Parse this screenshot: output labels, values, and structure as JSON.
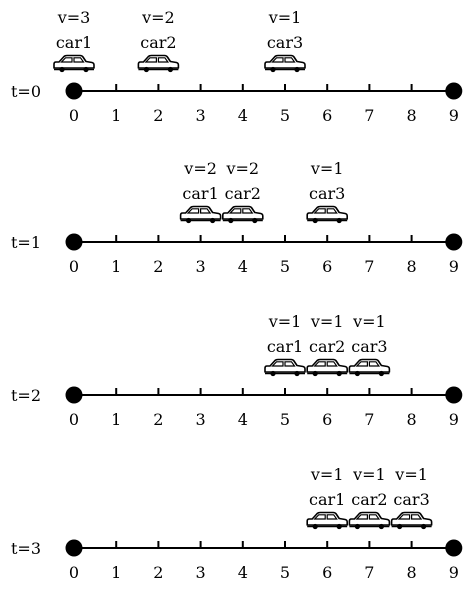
{
  "diagram": {
    "positions": [
      "0",
      "1",
      "2",
      "3",
      "4",
      "5",
      "6",
      "7",
      "8",
      "9"
    ],
    "timesteps": [
      {
        "label": "t=0",
        "cars": [
          {
            "name": "car1",
            "velocity": "v=3",
            "position": 0
          },
          {
            "name": "car2",
            "velocity": "v=2",
            "position": 2
          },
          {
            "name": "car3",
            "velocity": "v=1",
            "position": 5
          }
        ]
      },
      {
        "label": "t=1",
        "cars": [
          {
            "name": "car1",
            "velocity": "v=2",
            "position": 3
          },
          {
            "name": "car2",
            "velocity": "v=2",
            "position": 4
          },
          {
            "name": "car3",
            "velocity": "v=1",
            "position": 6
          }
        ]
      },
      {
        "label": "t=2",
        "cars": [
          {
            "name": "car1",
            "velocity": "v=1",
            "position": 5
          },
          {
            "name": "car2",
            "velocity": "v=1",
            "position": 6
          },
          {
            "name": "car3",
            "velocity": "v=1",
            "position": 7
          }
        ]
      },
      {
        "label": "t=3",
        "cars": [
          {
            "name": "car1",
            "velocity": "v=1",
            "position": 6
          },
          {
            "name": "car2",
            "velocity": "v=1",
            "position": 7
          },
          {
            "name": "car3",
            "velocity": "v=1",
            "position": 8
          }
        ]
      }
    ]
  }
}
